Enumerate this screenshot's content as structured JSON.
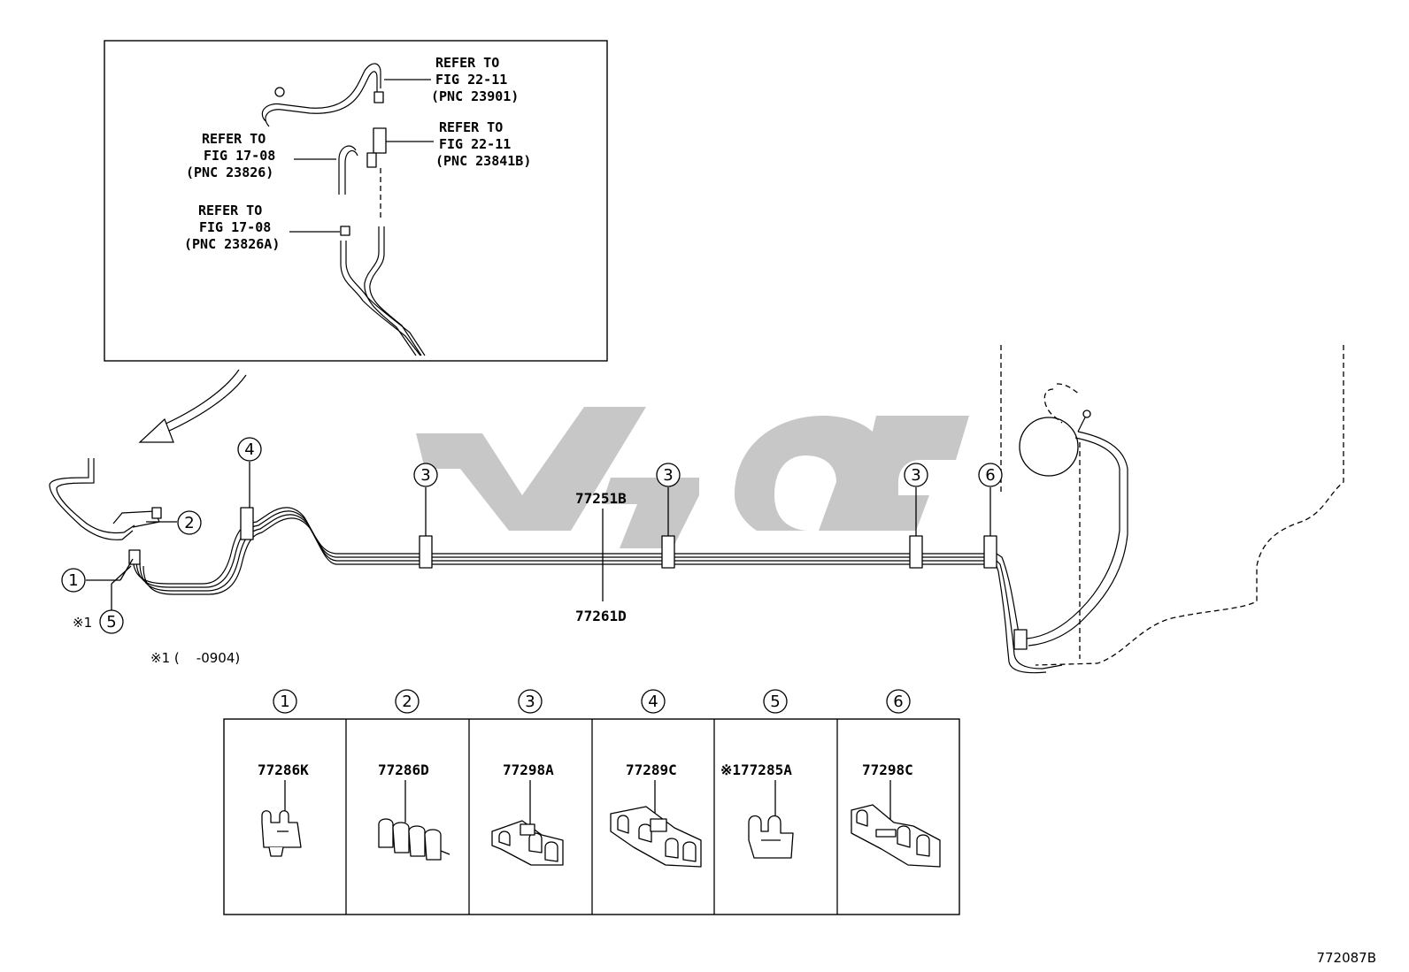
{
  "inset": {
    "refs": [
      {
        "line1": "REFER TO",
        "line2": "FIG 22-11",
        "line3": "(PNC 23901)"
      },
      {
        "line1": "REFER TO",
        "line2": "FIG 22-11",
        "line3": "(PNC 23841B)"
      },
      {
        "line1": "REFER TO",
        "line2": "FIG 17-08",
        "line3": "(PNC 23826)"
      },
      {
        "line1": "REFER TO",
        "line2": "FIG 17-08",
        "line3": "(PNC 23826A)"
      }
    ]
  },
  "main": {
    "callouts": {
      "c1": "1",
      "c2": "2",
      "c3": "3",
      "c4": "4",
      "c5": "5",
      "c6": "6"
    },
    "mark_prefix": "※1",
    "pipe_upper": "77251B",
    "pipe_lower": "77261D",
    "footnote": "※1 (    -0904)"
  },
  "parts_table": {
    "columns": [
      {
        "num": "1",
        "part": "77286K"
      },
      {
        "num": "2",
        "part": "77286D"
      },
      {
        "num": "3",
        "part": "77298A"
      },
      {
        "num": "4",
        "part": "77289C"
      },
      {
        "num": "5",
        "part": "※177285A"
      },
      {
        "num": "6",
        "part": "77298C"
      }
    ]
  },
  "figure_code": "772087B"
}
